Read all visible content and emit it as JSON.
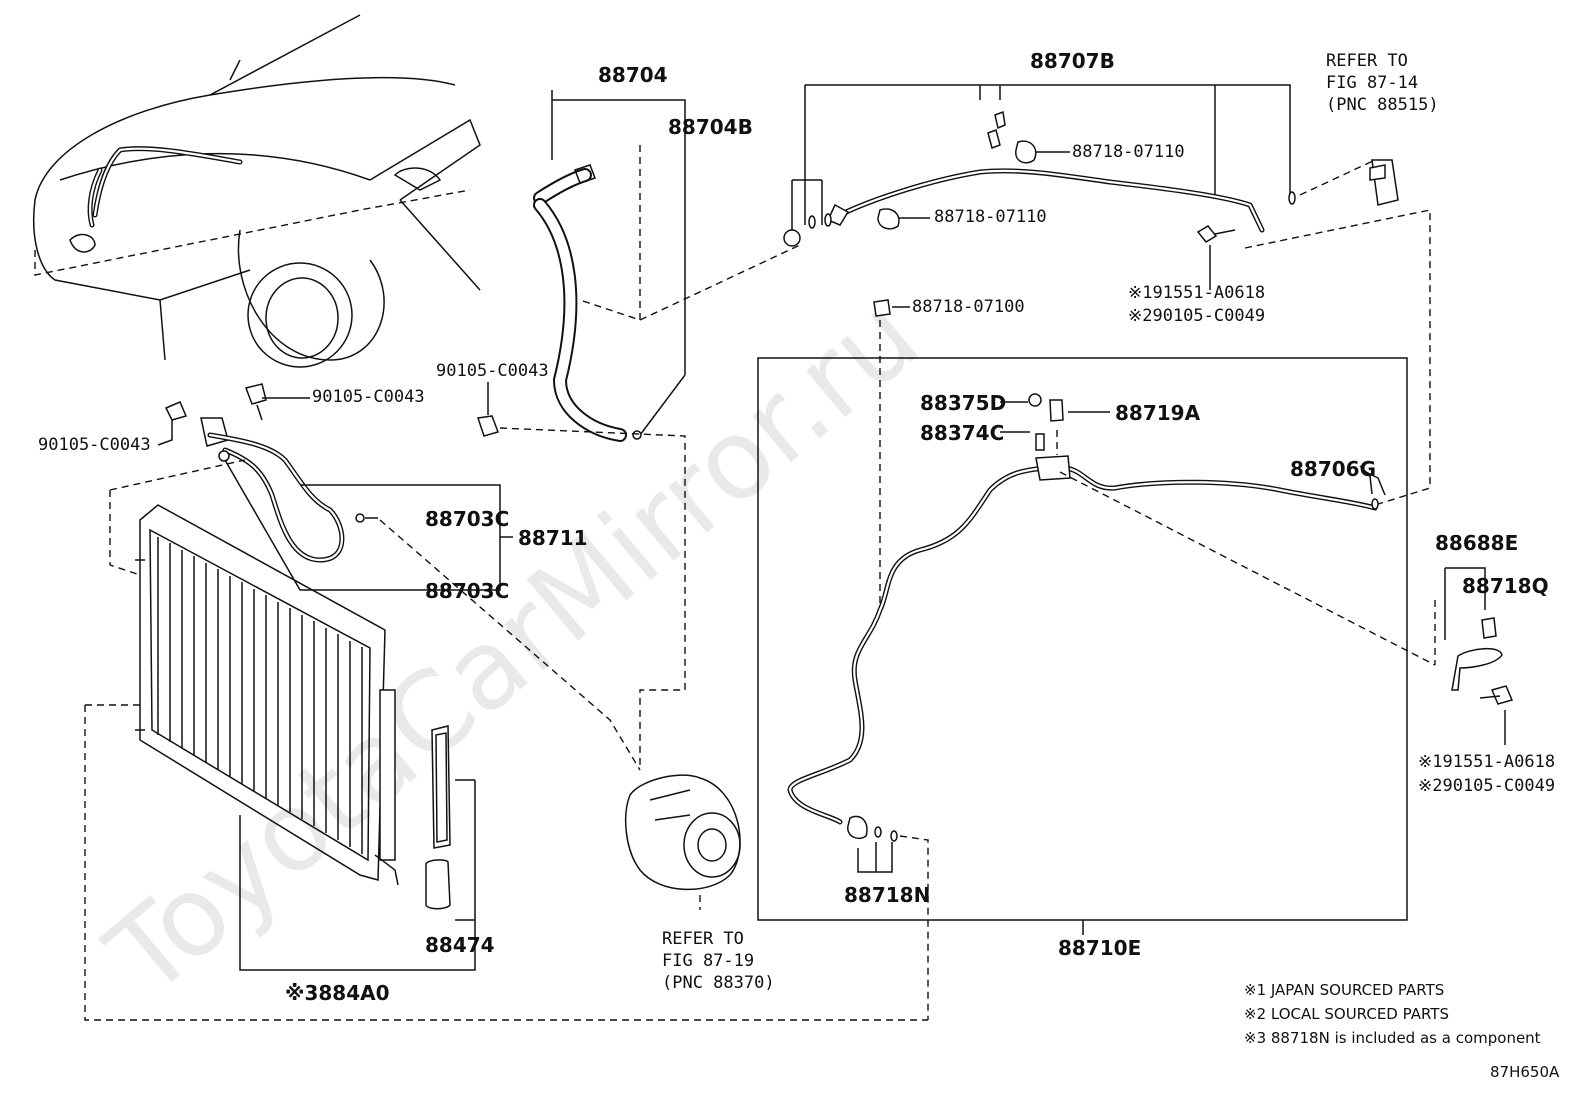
{
  "watermark": "ToyotaCarMirror.ru",
  "figure_id": "87H650A",
  "callouts": {
    "p88704": "88704",
    "p88704B": "88704B",
    "p88707B": "88707B",
    "refer_fig_87_14": [
      "REFER TO",
      "FIG 87-14",
      "(PNC 88515)"
    ],
    "p88718_07110_a": "88718-07110",
    "p88718_07110_b": "88718-07110",
    "p91551_a0618_a": "※191551-A0618",
    "p290105_c0049_a": "※290105-C0049",
    "p88718_07100": "88718-07100",
    "p90105_c0043_a": "90105-C0043",
    "p90105_c0043_b": "90105-C0043",
    "p90105_c0043_c": "90105-C0043",
    "p88375D": "88375D",
    "p88374C": "88374C",
    "p88719A": "88719A",
    "p88706G": "88706G",
    "p88703C_a": "88703C",
    "p88703C_b": "88703C",
    "p88711": "88711",
    "p88688E": "88688E",
    "p88718Q": "88718Q",
    "p91551_a0618_b": "※191551-A0618",
    "p290105_c0049_b": "※290105-C0049",
    "p88718N": "88718N",
    "p88710E": "88710E",
    "p88474": "88474",
    "p884A0": "※3884A0",
    "refer_fig_87_19": [
      "REFER TO",
      "FIG 87-19",
      "(PNC 88370)"
    ]
  },
  "notes": [
    "※1 JAPAN SOURCED PARTS",
    "※2 LOCAL SOURCED PARTS",
    "※3 88718N is included as a component"
  ],
  "colors": {
    "ink": "#111111",
    "watermark": "#e9e9e9",
    "background": "#ffffff"
  }
}
